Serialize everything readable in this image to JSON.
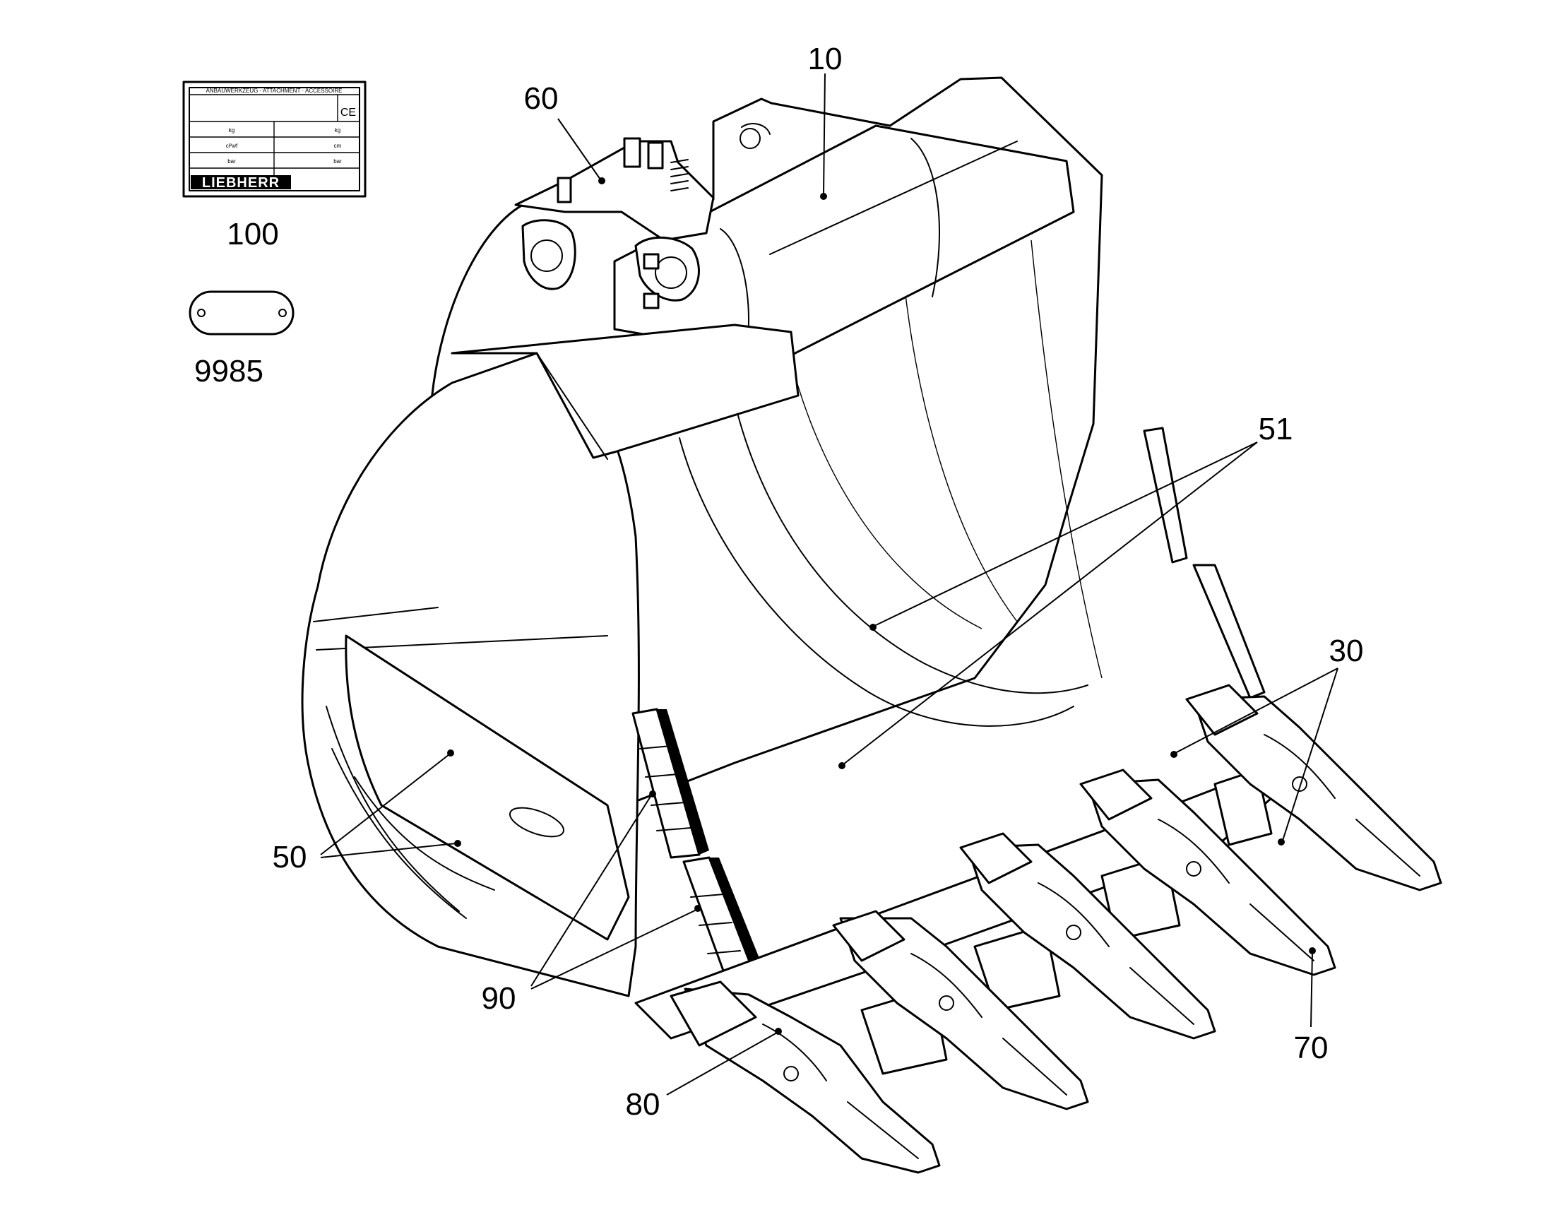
{
  "diagram": {
    "callouts": {
      "c10": "10",
      "c30": "30",
      "c50": "50",
      "c51": "51",
      "c60": "60",
      "c70": "70",
      "c80": "80",
      "c90": "90",
      "c100": "100",
      "c9985": "9985"
    },
    "type_plate": {
      "header": "ANBAUWERKZEUG · ATTACHMENT · ACCESSOIRE",
      "ce_mark": "CE",
      "unit_left_1": "kg",
      "unit_right_1": "kg",
      "unit_left_2": "cl²wf",
      "unit_right_2": "cm",
      "unit_left_3": "bar",
      "unit_right_3": "bar",
      "logo": "LIEBHERR"
    }
  }
}
